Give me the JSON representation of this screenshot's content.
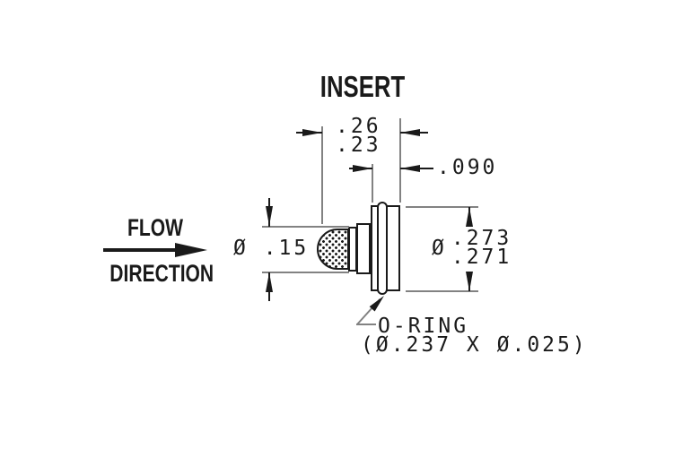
{
  "title": "INSERT",
  "flow_label": {
    "line1": "FLOW",
    "line2": "DIRECTION"
  },
  "dims": {
    "insert_length": {
      "upper": ".26",
      "lower": ".23"
    },
    "body_width": ".090",
    "inlet_dia": "Ø .15",
    "body_dia": {
      "symbol": "Ø",
      "upper": ".273",
      "lower": ".271"
    }
  },
  "oring": {
    "label": "O-RING",
    "size": "(Ø.237 X Ø.025)"
  },
  "colors": {
    "ink": "#1a1a1a",
    "dim_line": "#828282",
    "background": "#ffffff"
  }
}
